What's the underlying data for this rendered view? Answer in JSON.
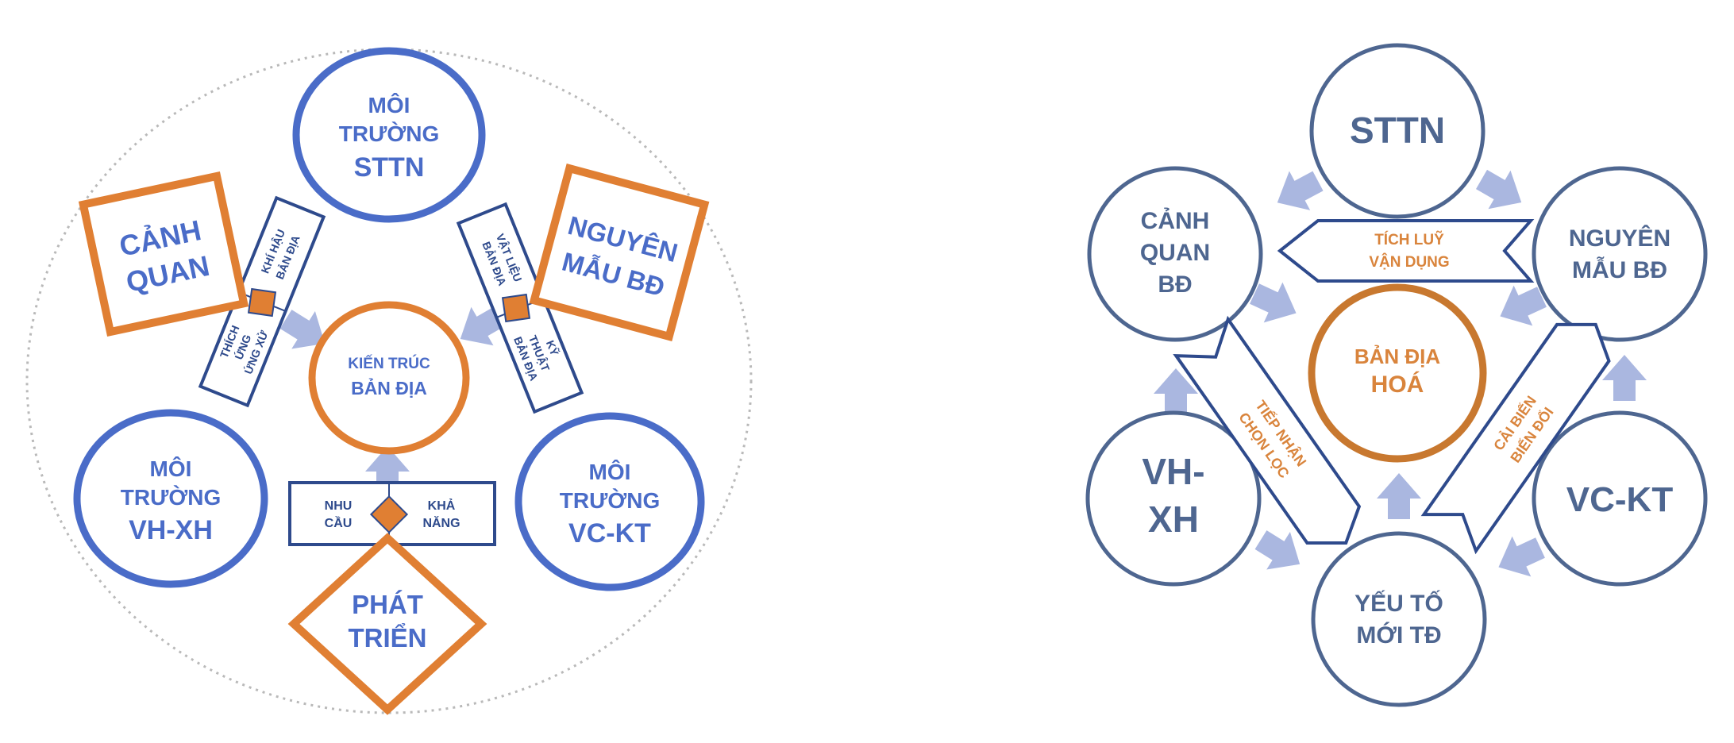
{
  "colors": {
    "blue": "#4a6cc8",
    "navy": "#2e4a8c",
    "orange": "#e07f33",
    "light_arrow": "#aab7e0",
    "ring_blue": "#4e6690",
    "orange_text": "#d9843c",
    "dotted": "#b9b9b9"
  },
  "left": {
    "env_sttn": [
      "MÔI",
      "TRƯỜNG",
      "STTN"
    ],
    "env_vhxh": [
      "MÔI",
      "TRƯỜNG",
      "VH-XH"
    ],
    "env_vckt": [
      "MÔI",
      "TRƯỜNG",
      "VC-KT"
    ],
    "center": [
      "KIẾN TRÚC",
      "BẢN ĐỊA"
    ],
    "canh_quan": [
      "CẢNH",
      "QUAN"
    ],
    "nguyen_mau": [
      "NGUYÊN",
      "MẪU BĐ"
    ],
    "phat_trien": [
      "PHÁT",
      "TRIỂN"
    ],
    "khi_hau": [
      "KHÍ HẬU",
      "BẢN ĐỊA"
    ],
    "thich_ung": [
      "THÍCH",
      "ỨNG",
      "ỨNG XỬ"
    ],
    "vat_lieu": [
      "VẬT LIỆU",
      "BẢN ĐỊA"
    ],
    "ky_thuat": [
      "KỸ",
      "THUẬT",
      "BẢN ĐỊA"
    ],
    "nhu_cau": [
      "NHU",
      "CẦU"
    ],
    "kha_nang": [
      "KHẢ",
      "NĂNG"
    ]
  },
  "right": {
    "sttn": [
      "STTN"
    ],
    "canh_quan": [
      "CẢNH",
      "QUAN",
      "BĐ"
    ],
    "nguyen_mau": [
      "NGUYÊN",
      "MẪU BĐ"
    ],
    "vhxh": [
      "VH-",
      "XH"
    ],
    "vckt": [
      "VC-KT"
    ],
    "yeu_to": [
      "YẾU TỐ",
      "MỚI TĐ"
    ],
    "center": [
      "BẢN ĐỊA",
      "HOÁ"
    ],
    "tich_luy": [
      "TÍCH LUỸ",
      "VẬN DỤNG"
    ],
    "tiep_nhan": [
      "TIẾP NHẬN",
      "CHỌN LỌC"
    ],
    "cai_bien": [
      "CẢI BIẾN",
      "BIẾN ĐỔI"
    ]
  }
}
